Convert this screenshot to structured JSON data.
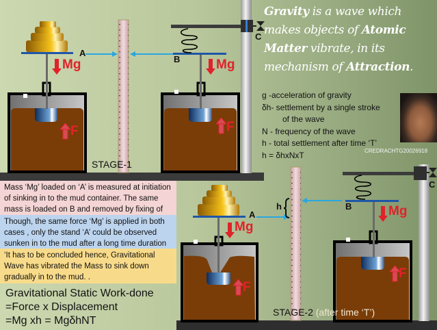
{
  "title": {
    "parts": [
      {
        "text": "Gravity",
        "bold": true
      },
      {
        "text": " is a wave which makes objects of ",
        "bold": false
      },
      {
        "text": "Atomic Matter",
        "bold": true
      },
      {
        "text": " vibrate, in its mechanism of ",
        "bold": false
      },
      {
        "text": "Attraction",
        "bold": true
      },
      {
        "text": ".",
        "bold": false
      }
    ]
  },
  "legend": {
    "g": "g  -acceleration of gravity",
    "dh_line1": "δh- settlement by a single stroke",
    "dh_line2": "of the wave",
    "N": "N  - frequency of the wave",
    "h": "h  - total settlement  after time  ‘T’",
    "formula": "h = δhxNxT"
  },
  "credit": "CREDRACHTG20026918",
  "stage1": {
    "label": "STAGE-1",
    "left": {
      "point": "A",
      "force_down": "Mg",
      "force_up": "F"
    },
    "right": {
      "point": "B",
      "key": "C",
      "force_down": "Mg",
      "force_up": "F"
    }
  },
  "stage2": {
    "label": "STAGE-2",
    "after": "(after time ‘T’)",
    "settlement": "h",
    "left": {
      "point": "A",
      "force_down": "Mg",
      "force_up": "F"
    },
    "right": {
      "point": "B",
      "key": "C",
      "force_down": "Mg",
      "force_up": "F"
    }
  },
  "notes": {
    "box1": "Mass ‘Mg’ loaded on ‘A’ is measured at initiation of sinking  in to the mud container.  The same mass is loaded on B  and removed by fixing of the key at ‘C’.",
    "box2": "Though, the same force ‘Mg’ is applied in both cases ,  only the stand ‘A’ could be observed sunken in to the mud after a long time duration",
    "box3": "‘It has to be concluded hence, Gravitational Wave has  vibrated the Mass to sink down gradually in to the mud. ."
  },
  "work": {
    "line1": "Gravitational Static Work-done",
    "line2": "=Force x Displacement",
    "line3": "=Mg xh = MgδhNT"
  },
  "colors": {
    "mud": "#7a3d08",
    "arrow": "#e0222a",
    "pointer": "#2aa7e0",
    "platform": "#1e56a8",
    "ruler": "#e8c6c8",
    "base": "#3a3a3a"
  }
}
